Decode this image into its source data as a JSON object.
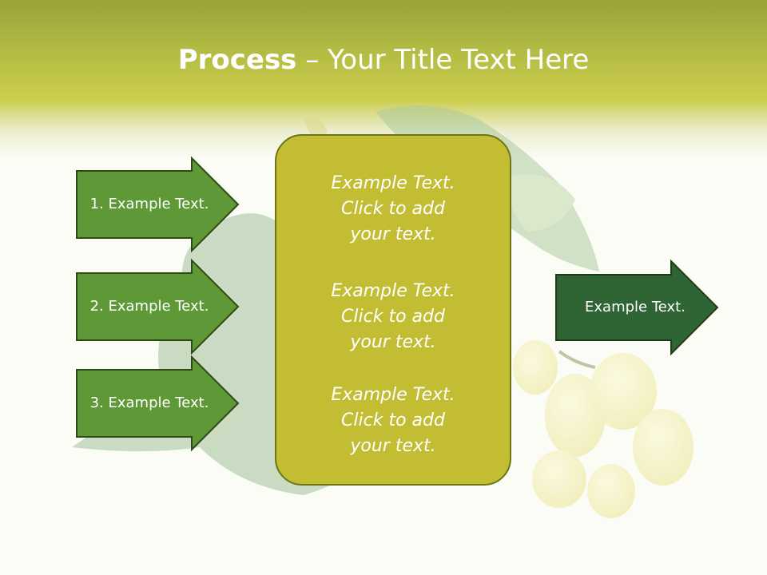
{
  "slide": {
    "title_bold": "Process",
    "title_rest": " – Your Title Text Here",
    "left_arrows": [
      {
        "label": "1. Example Text."
      },
      {
        "label": "2. Example Text."
      },
      {
        "label": "3. Example Text."
      }
    ],
    "center_blocks": [
      {
        "line1": "Example Text.",
        "line2": "Click  to add",
        "line3": "your text."
      },
      {
        "line1": "Example Text.",
        "line2": "Click  to add",
        "line3": "your text."
      },
      {
        "line1": "Example Text.",
        "line2": "Click  to add",
        "line3": "your text."
      }
    ],
    "right_arrow": {
      "label": "Example Text."
    }
  },
  "colors": {
    "header_top": "#8a9318",
    "header_mid": "#c3c52e",
    "left_arrow_fill": "#5f9836",
    "right_arrow_fill": "#2f6434",
    "center_box_fill": "#c3bd33",
    "border": "#2d4a14"
  },
  "icons": {
    "background": "grape-leaves-image"
  }
}
